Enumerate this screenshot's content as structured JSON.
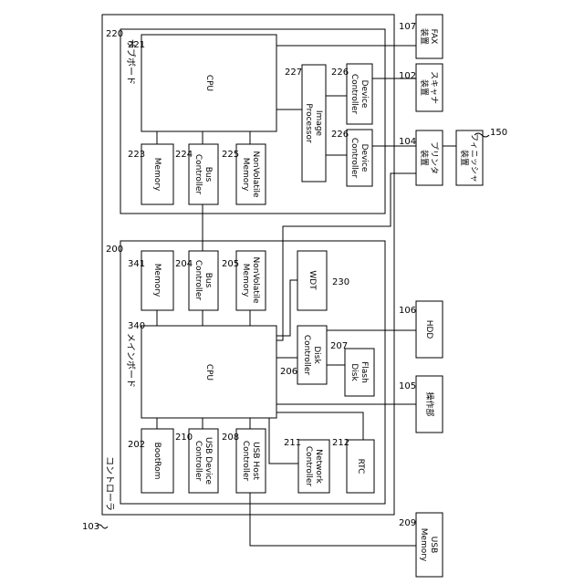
{
  "controller": {
    "title": "コントローラ",
    "ref": "103"
  },
  "subboard": {
    "title": "サブボード",
    "ref": "220",
    "cpu": {
      "label": "CPU",
      "ref": "221"
    },
    "memory": {
      "label": "Memory",
      "ref": "223"
    },
    "bus_controller": {
      "label": "Bus Controller",
      "ref": "224"
    },
    "nonvolatile_memory": {
      "label": "NonVolatile Memory",
      "ref": "225"
    },
    "image_processor": {
      "label": "Image Processor",
      "ref": "227"
    },
    "device_controller_scanner": {
      "label": "Device Controller",
      "ref": "226"
    },
    "device_controller_printer": {
      "label": "Device Controller",
      "ref": "226"
    }
  },
  "mainboard": {
    "title": "メインボード",
    "ref": "200",
    "cpu": {
      "label": "CPU",
      "ref": "340"
    },
    "memory": {
      "label": "Memory",
      "ref": "341"
    },
    "bus_controller": {
      "label": "Bus Controller",
      "ref": "204"
    },
    "nonvolatile_memory": {
      "label": "NonVolatile Memory",
      "ref": "205"
    },
    "wdt": {
      "label": "WDT",
      "ref": "230"
    },
    "disk_controller": {
      "label": "Disk Controller",
      "ref": "206"
    },
    "flash_disk": {
      "label": "Flash Disk",
      "ref": "207"
    },
    "bootrom": {
      "label": "BootRom",
      "ref": "202"
    },
    "usb_device_controller": {
      "label": "USB Device Controller",
      "ref": "210"
    },
    "usb_host_controller": {
      "label": "USB Host Controller",
      "ref": "208"
    },
    "network_controller": {
      "label": "Network Controller",
      "ref": "211"
    },
    "rtc": {
      "label": "RTC",
      "ref": "212"
    }
  },
  "external": {
    "fax": {
      "label": "FAX 装置",
      "ref": "107"
    },
    "scanner": {
      "label": "スキャナ 装置",
      "ref": "102"
    },
    "printer": {
      "label": "プリンタ 装置",
      "ref": "104"
    },
    "finisher": {
      "label": "フィニッシャ 装置",
      "ref": "150"
    },
    "hdd": {
      "label": "HDD",
      "ref": "106"
    },
    "operation_unit": {
      "label": "操作部",
      "ref": "105"
    },
    "usb_memory": {
      "label": "USB Memory",
      "ref": "209"
    }
  }
}
